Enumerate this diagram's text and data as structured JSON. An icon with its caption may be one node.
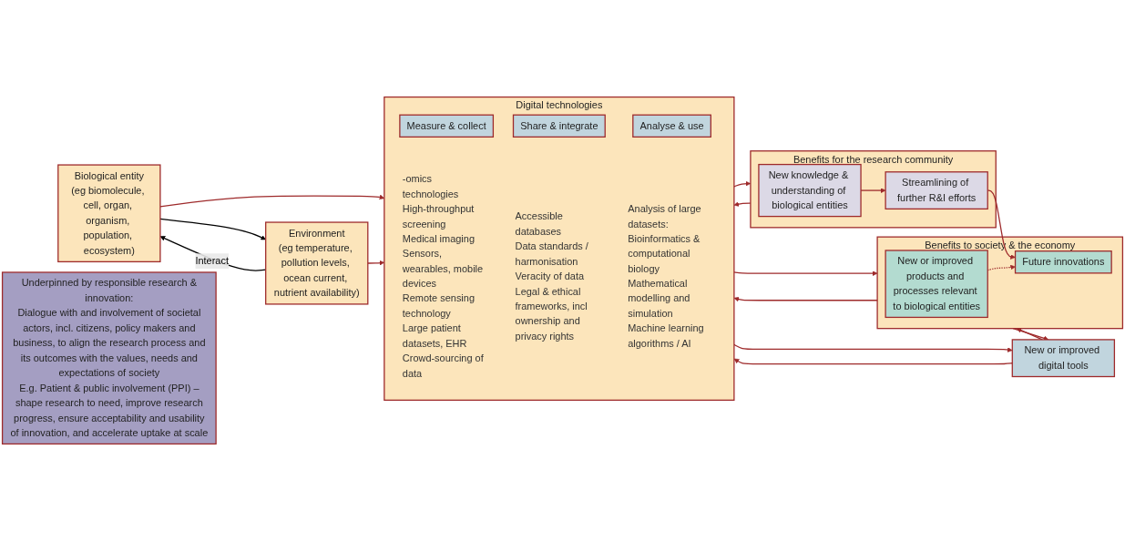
{
  "diagram": {
    "nodes": [
      {
        "text": [
          "Biological entity",
          "(eg biomolecule, cell, organ, organism, population, ecosystem)"
        ]
      },
      {
        "text": [
          "Environment",
          "(eg temperature, pollution levels, ocean current, nutrient availability)"
        ]
      },
      {
        "text": [
          "Digital technologies"
        ]
      },
      {
        "text": [
          "Measure & collect"
        ],
        "in": 2,
        "beside": [
          "-omics technologies",
          "High-throughput screening",
          "Medical imaging",
          "Sensors, wearables, mobile devices",
          "Remote sensing technology",
          "Large patient datasets, EHR",
          "Crowd-sourcing of data"
        ]
      },
      {
        "text": [
          "Share & integrate"
        ],
        "in": 2,
        "beside": [
          "Accessible databases",
          "Data standards / harmonisation",
          "Veracity of data",
          "Legal & ethical frameworks, incl ownership and privacy rights"
        ]
      },
      {
        "text": [
          "Analyse & use"
        ],
        "in": 2,
        "beside": [
          "Analysis of large datasets:",
          "Bioinformatics & computational biology",
          "Mathematical modelling and simulation",
          "Machine learning algorithms / AI"
        ]
      },
      {
        "text": [
          "Benefits for the research community"
        ]
      },
      {
        "text": [
          "New knowledge & understanding of biological entities"
        ],
        "in": 6
      },
      {
        "text": [
          "Streamlining of further R&I efforts"
        ],
        "in": 6
      },
      {
        "text": [
          "Benefits to society & the economy"
        ]
      },
      {
        "text": [
          "New or improved products and processes relevant to biological entities"
        ],
        "in": 9
      },
      {
        "text": [
          "Future innovations"
        ],
        "in": 9
      },
      {
        "text": [
          "New or improved digital tools"
        ]
      },
      {
        "text": [
          "Underpinned by responsible research & innovation:",
          "Dialogue with and involvement of societal actors, incl. citizens, policy makers and business, to align the research process and its outcomes with the values, needs and expectations of society",
          "E.g. Patient & public involvement (PPI) – shape research to need, improve research progress, ensure acceptability and usability of innovation, and accelerate uptake at scale"
        ]
      }
    ],
    "edges": [
      {
        "from": 1,
        "to": 0,
        "arrow": "to",
        "label": "Interact",
        "color": "#000000"
      },
      {
        "from": 0,
        "to": 1,
        "arrow": "to",
        "color": "#000000"
      },
      {
        "from": 0,
        "to": 2,
        "arrow": "to"
      },
      {
        "from": 1,
        "to": 2,
        "arrow": "to"
      },
      {
        "from": 2,
        "to": 6,
        "arrow": "to"
      },
      {
        "from": 6,
        "to": 2,
        "arrow": "to"
      },
      {
        "from": 2,
        "to": 9,
        "arrow": "to"
      },
      {
        "from": 9,
        "to": 2,
        "arrow": "to"
      },
      {
        "from": 2,
        "to": 12,
        "arrow": "to"
      },
      {
        "from": 12,
        "to": 2,
        "arrow": "to"
      },
      {
        "from": 7,
        "to": 8,
        "arrow": "to"
      },
      {
        "from": 8,
        "to": 11,
        "arrow": "to"
      },
      {
        "from": 10,
        "to": 11,
        "arrow": "to",
        "style": "dashed"
      },
      {
        "from": 12,
        "to": 9,
        "arrow": "to"
      },
      {
        "from": 9,
        "to": 12,
        "arrow": "to"
      }
    ]
  }
}
